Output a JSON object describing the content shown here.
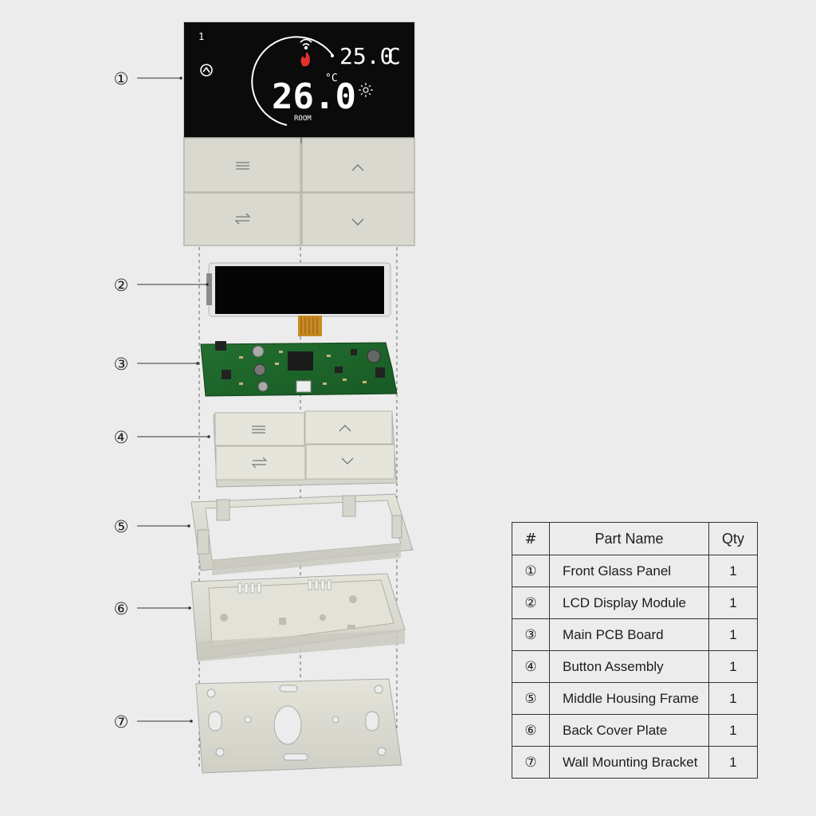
{
  "display": {
    "corner_digit": "1",
    "set_temp": "25.0",
    "set_unit": "C",
    "room_temp": "26.0",
    "room_unit": "°C",
    "room_label": "ROOM"
  },
  "callouts": [
    "①",
    "②",
    "③",
    "④",
    "⑤",
    "⑥",
    "⑦"
  ],
  "table": {
    "headers": [
      "#",
      "Part Name",
      "Qty"
    ],
    "rows": [
      {
        "num": "①",
        "name": "Front Glass Panel",
        "qty": "1"
      },
      {
        "num": "②",
        "name": "LCD Display Module",
        "qty": "1"
      },
      {
        "num": "③",
        "name": "Main PCB Board",
        "qty": "1"
      },
      {
        "num": "④",
        "name": "Button Assembly",
        "qty": "1"
      },
      {
        "num": "⑤",
        "name": "Middle Housing Frame",
        "qty": "1"
      },
      {
        "num": "⑥",
        "name": "Back Cover Plate",
        "qty": "1"
      },
      {
        "num": "⑦",
        "name": "Wall Mounting Bracket",
        "qty": "1"
      }
    ]
  },
  "colors": {
    "background": "#ececec",
    "panel_black": "#0b0b0b",
    "housing": "#d9d9cf",
    "pcb_green": "#1e6b2e",
    "flame_red": "#e0312a"
  }
}
